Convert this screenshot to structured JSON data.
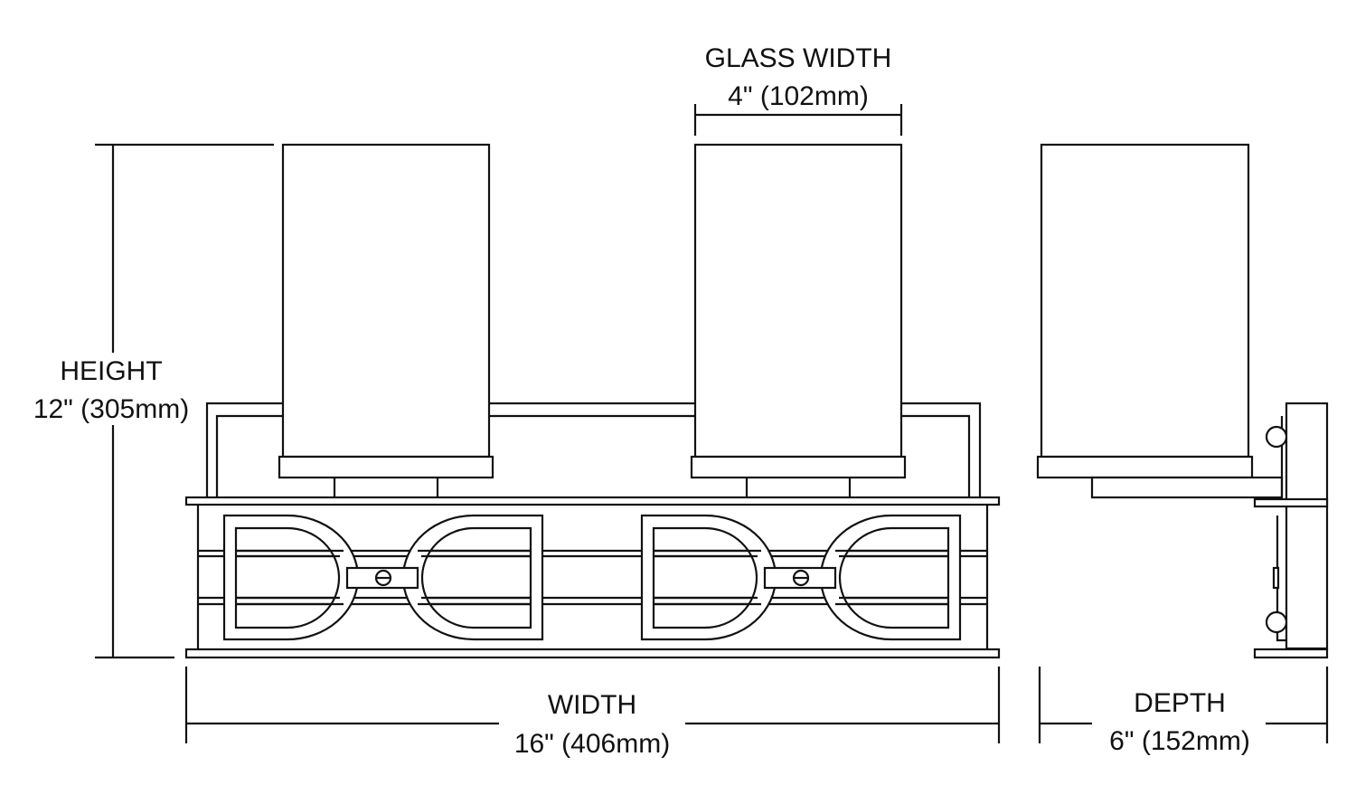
{
  "labels": {
    "glass_width": {
      "title": "GLASS WIDTH",
      "value": "4\" (102mm)"
    },
    "height": {
      "title": "HEIGHT",
      "value": "12\" (305mm)"
    },
    "width": {
      "title": "WIDTH",
      "value": "16\" (406mm)"
    },
    "depth": {
      "title": "DEPTH",
      "value": "6\" (152mm)"
    }
  },
  "colors": {
    "line": "#111111",
    "background": "#ffffff"
  }
}
